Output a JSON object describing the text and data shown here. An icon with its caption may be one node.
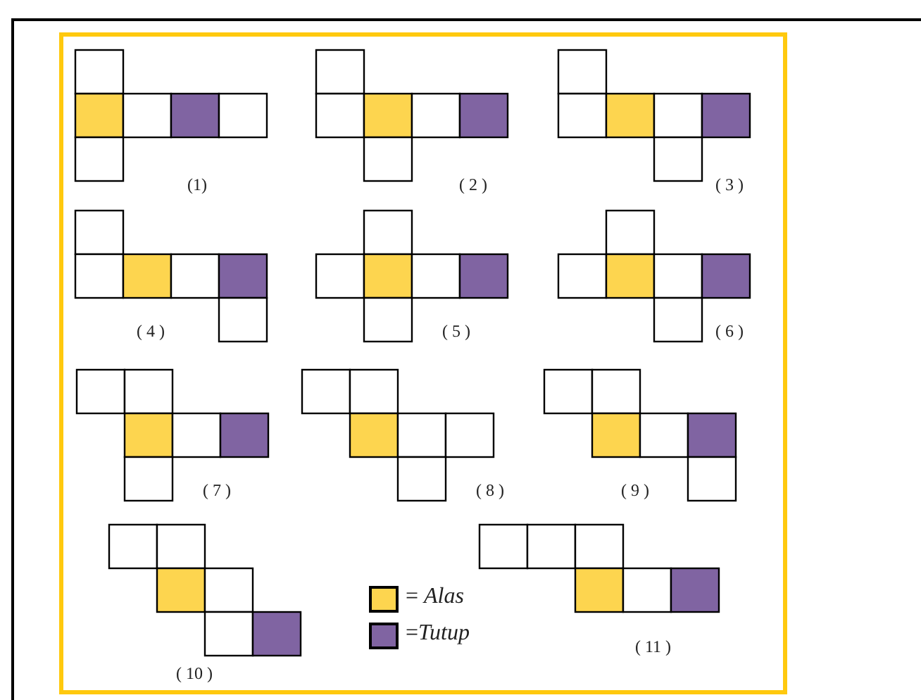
{
  "diagram": {
    "labels": [
      "(1)",
      "( 2 )",
      "( 3 )",
      "( 4 )",
      "( 5 )",
      "( 6 )",
      "( 7 )",
      "( 8 )",
      "( 9 )",
      "( 10 )",
      "( 11 )"
    ],
    "legend": [
      {
        "text": "= *Alas*",
        "color": "#fdd54f"
      },
      {
        "text": "=*Tutup*",
        "color": "#8064a2"
      }
    ]
  }
}
